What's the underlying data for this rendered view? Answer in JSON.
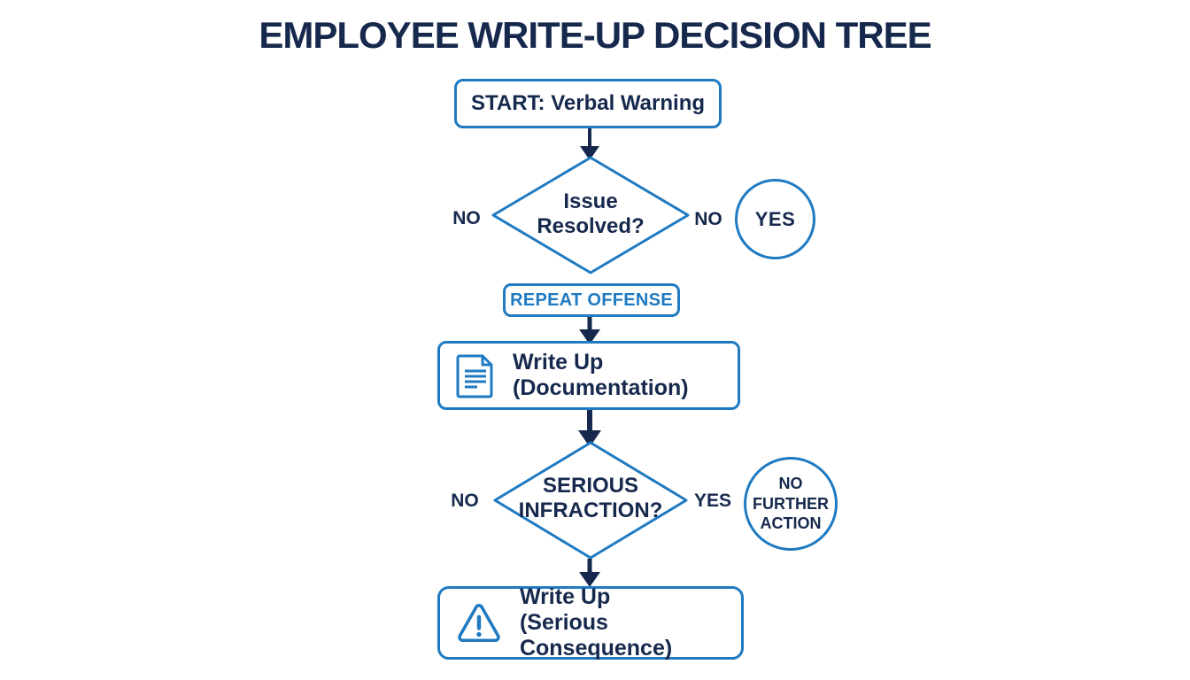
{
  "title": "EMPLOYEE WRITE-UP DECISION TREE",
  "colors": {
    "navy_text": "#16294d",
    "blue_accent": "#1f7ac1",
    "background": "#ffffff"
  },
  "flow": {
    "start": {
      "label": "START: Verbal Warning"
    },
    "decision1": {
      "line1": "Issue",
      "line2": "Resolved?",
      "left_label": "NO",
      "right_label": "NO"
    },
    "yes_circle": {
      "label": "YES"
    },
    "repeat_badge": {
      "label": "REPEAT OFFENSE"
    },
    "writeup_doc": {
      "icon": "document-icon",
      "line1": "Write Up",
      "line2": "(Documentation)"
    },
    "decision2": {
      "line1": "SERIOUS",
      "line2": "INFRACTION?",
      "left_label": "NO",
      "right_label": "YES"
    },
    "no_action_circle": {
      "line1": "NO",
      "line2": "FURTHER",
      "line3": "ACTION"
    },
    "writeup_serious": {
      "icon": "warning-triangle-icon",
      "line1": "Write Up",
      "line2": "(Serious Consequence)"
    }
  }
}
